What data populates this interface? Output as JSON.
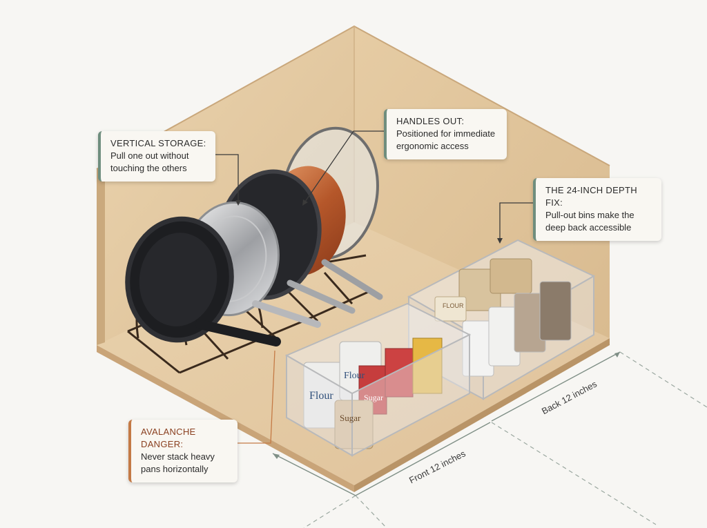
{
  "callouts": {
    "vertical_storage": {
      "title": "VERTICAL STORAGE:",
      "line1": "Pull one out without",
      "line2": "touching the others"
    },
    "handles_out": {
      "title": "HANDLES OUT:",
      "line1": "Positioned for immediate",
      "line2": "ergonomic access"
    },
    "depth_fix": {
      "title": "THE 24-INCH DEPTH FIX:",
      "line1": "Pull-out bins make the",
      "line2": "deep back accessible"
    },
    "avalanche": {
      "title": "AVALANCHE DANGER:",
      "line1": "Never stack heavy",
      "line2": "pans horizontally"
    }
  },
  "dimensions": {
    "front": "Front 12 inches",
    "back": "Back 12 inches"
  },
  "labels": {
    "flour_front": "Flour",
    "flour_back": "Flour",
    "sugar_front": "Sugar",
    "sugar_back": "Sugar",
    "flour_rear_bin": "FLOUR"
  },
  "colors": {
    "cabinet_wood": "#e2c49b",
    "green_accent": "#6f8e7e",
    "orange_accent": "#c47a45"
  }
}
